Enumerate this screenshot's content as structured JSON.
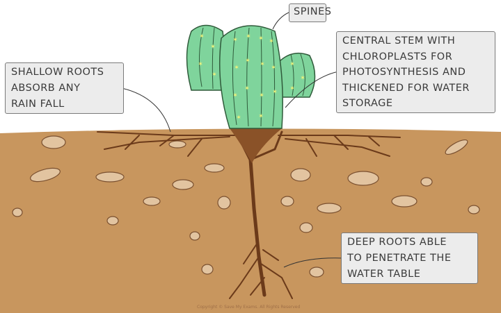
{
  "labels": {
    "spines": [
      "SPINES"
    ],
    "stem": [
      "CENTRAL STEM WITH",
      "CHLOROPLASTS FOR",
      "PHOTOSYNTHESIS AND",
      "THICKENED FOR WATER",
      "STORAGE"
    ],
    "shallow_roots": [
      "SHALLOW ROOTS",
      "ABSORB ANY",
      "RAIN FALL"
    ],
    "deep_roots": [
      "DEEP ROOTS ABLE",
      "TO PENETRATE THE",
      "WATER TABLE"
    ]
  },
  "watermark": "Copyright © Save My Exams. All Rights Reserved",
  "colors": {
    "soil": "#c8965e",
    "cactus": "#7fd49c",
    "root": "#6b3a1a",
    "spine": "#f2f27a",
    "label_bg": "#ececec"
  }
}
